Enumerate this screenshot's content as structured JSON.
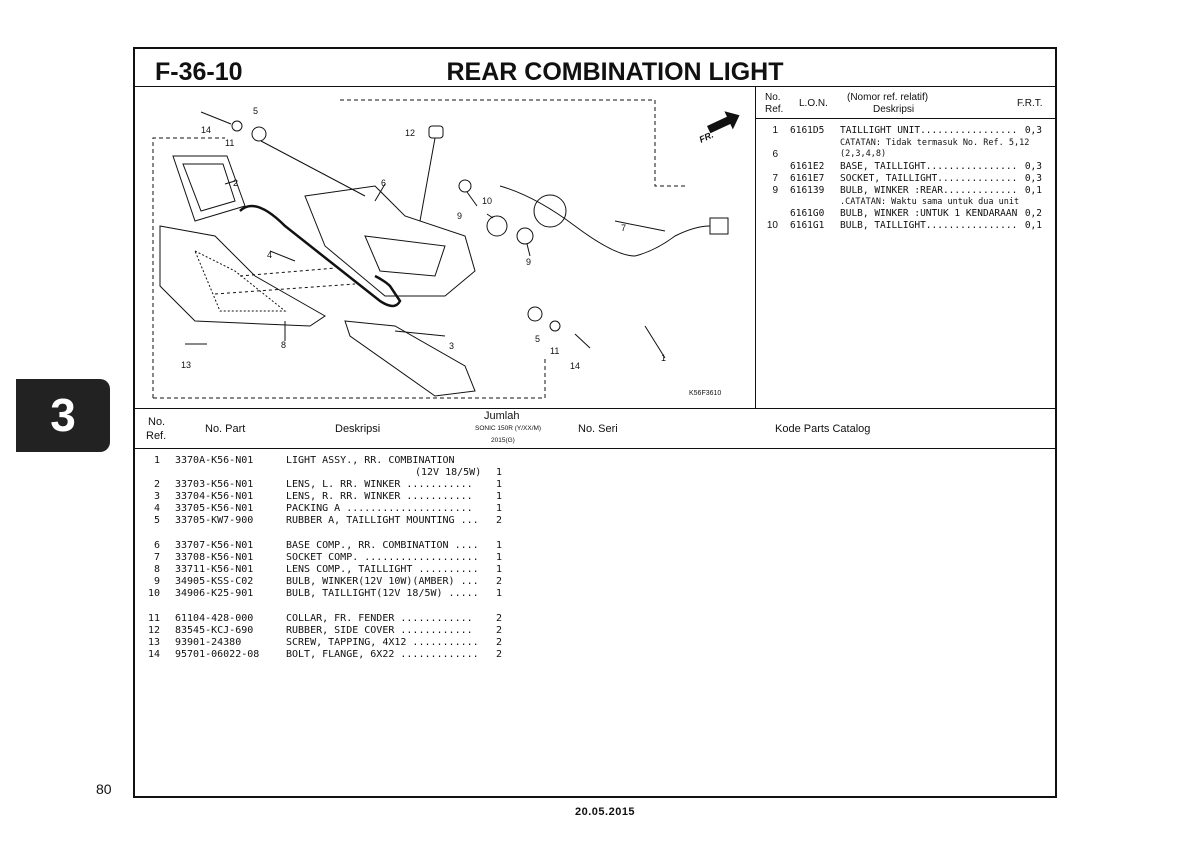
{
  "header": {
    "code": "F-36-10",
    "title": "REAR COMBINATION LIGHT"
  },
  "side_tab": "3",
  "page_number": "80",
  "footer_date": "20.05.2015",
  "diagram": {
    "code": "K56F3610",
    "fr_label": "FR.",
    "callouts": [
      "14",
      "11",
      "5",
      "12",
      "2",
      "6",
      "10",
      "9",
      "9",
      "7",
      "4",
      "13",
      "8",
      "3",
      "5",
      "11",
      "14",
      "1"
    ]
  },
  "lon_table": {
    "headers": {
      "no": "No.",
      "ref": "Ref.",
      "lon": "L.O.N.",
      "desc_top": "(Nomor ref. relatif)",
      "desc": "Deskripsi",
      "frt": "F.R.T."
    },
    "rows": [
      {
        "no": "1",
        "lon": "6161D5",
        "desc": "TAILLIGHT UNIT.................",
        "frt": "0,3"
      },
      {
        "no": "",
        "lon": "",
        "desc": "",
        "frt": ""
      },
      {
        "no": "6",
        "lon": "",
        "desc": "",
        "frt": ""
      },
      {
        "no": "",
        "lon": "6161E2",
        "desc": "BASE, TAILLIGHT................",
        "frt": "0,3"
      },
      {
        "no": "7",
        "lon": "6161E7",
        "desc": "SOCKET, TAILLIGHT..............",
        "frt": "0,3"
      },
      {
        "no": "9",
        "lon": "616139",
        "desc": "BULB, WINKER :REAR.............",
        "frt": "0,1"
      },
      {
        "no": "",
        "lon": "",
        "desc": "",
        "frt": ""
      },
      {
        "no": "",
        "lon": "6161G0",
        "desc": "BULB, WINKER :UNTUK 1 KENDARAAN",
        "frt": "0,2"
      },
      {
        "no": "10",
        "lon": "6161G1",
        "desc": "BULB, TAILLIGHT................",
        "frt": "0,1"
      }
    ],
    "notes": {
      "note1_line1": "CATATAN: Tidak termasuk No. Ref. 5,12",
      "note1_line2": "(2,3,4,8)",
      "note2": ".CATATAN: Waktu sama untuk dua unit"
    }
  },
  "parts_table": {
    "headers": {
      "no": "No.",
      "ref": "Ref.",
      "part": "No. Part",
      "desc": "Deskripsi",
      "jumlah": "Jumlah",
      "model": "SONIC 150R (Y/XX/M)",
      "year": "2015(G)",
      "seri": "No. Seri",
      "catalog": "Kode Parts Catalog"
    },
    "rows": [
      {
        "no": "1",
        "part": "3370A-K56-N01",
        "desc": "LIGHT ASSY., RR. COMBINATION",
        "qty": ""
      },
      {
        "no": "",
        "part": "",
        "desc": "",
        "qty": "1"
      },
      {
        "no": "2",
        "part": "33703-K56-N01",
        "desc": "LENS, L. RR. WINKER ...........",
        "qty": "1"
      },
      {
        "no": "3",
        "part": "33704-K56-N01",
        "desc": "LENS, R. RR. WINKER ...........",
        "qty": "1"
      },
      {
        "no": "4",
        "part": "33705-K56-N01",
        "desc": "PACKING A .....................",
        "qty": "1"
      },
      {
        "no": "5",
        "part": "33705-KW7-900",
        "desc": "RUBBER A, TAILLIGHT MOUNTING ...",
        "qty": "2"
      },
      {
        "no": "6",
        "part": "33707-K56-N01",
        "desc": "BASE COMP., RR. COMBINATION ....",
        "qty": "1"
      },
      {
        "no": "7",
        "part": "33708-K56-N01",
        "desc": "SOCKET COMP. ...................",
        "qty": "1"
      },
      {
        "no": "8",
        "part": "33711-K56-N01",
        "desc": "LENS COMP., TAILLIGHT ..........",
        "qty": "1"
      },
      {
        "no": "9",
        "part": "34905-KSS-C02",
        "desc": "BULB, WINKER(12V 10W)(AMBER) ...",
        "qty": "2"
      },
      {
        "no": "10",
        "part": "34906-K25-901",
        "desc": "BULB, TAILLIGHT(12V 18/5W) .....",
        "qty": "1"
      },
      {
        "no": "11",
        "part": "61104-428-000",
        "desc": "COLLAR, FR. FENDER ............",
        "qty": "2"
      },
      {
        "no": "12",
        "part": "83545-KCJ-690",
        "desc": "RUBBER, SIDE COVER ............",
        "qty": "2"
      },
      {
        "no": "13",
        "part": "93901-24380",
        "desc": "SCREW, TAPPING, 4X12 ...........",
        "qty": "2"
      },
      {
        "no": "14",
        "part": "95701-06022-08",
        "desc": "BOLT, FLANGE, 6X22 .............",
        "qty": "2"
      }
    ],
    "row1_continuation": "(12V 18/5W)"
  }
}
